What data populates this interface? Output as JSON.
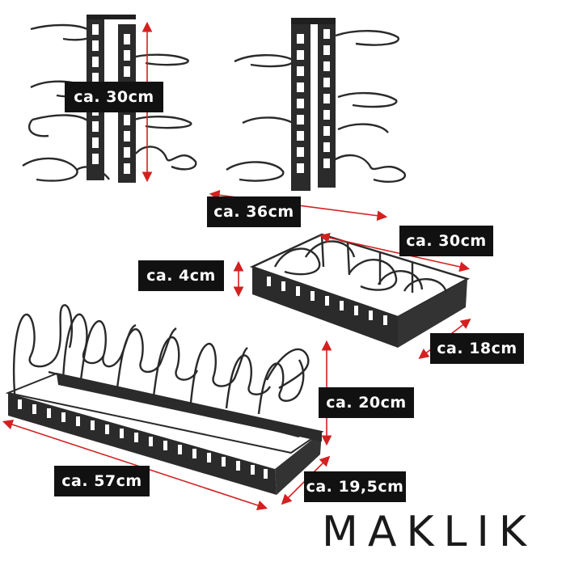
{
  "colors": {
    "frame": "#222222",
    "wire": "#2a2a2a",
    "arrow": "#d42020",
    "label_bg": "#111111",
    "label_text": "#ffffff"
  },
  "dimensions": {
    "height_vertical_rack": "ca. 30cm",
    "width_vertical_rack": "ca. 36cm",
    "length_small_rack": "ca. 30cm",
    "height_small_rack": "ca. 4cm",
    "depth_small_rack": "ca. 18cm",
    "height_long_rack": "ca. 20cm",
    "length_long_rack": "ca. 57cm",
    "depth_long_rack": "ca. 19,5cm"
  },
  "brand": {
    "logo_text": "MAKLIK"
  }
}
